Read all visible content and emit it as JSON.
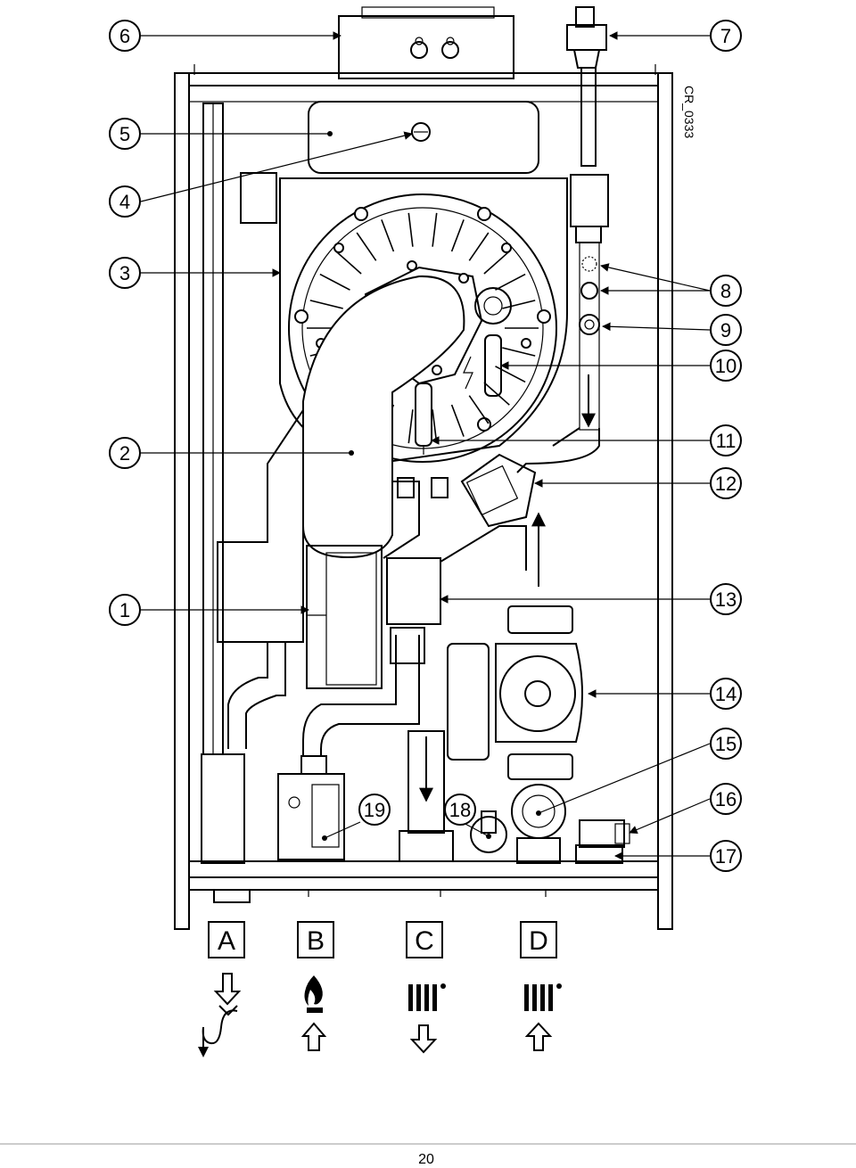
{
  "drawing_code": "CR_0333",
  "page_number": "20",
  "callouts": [
    "1",
    "2",
    "3",
    "4",
    "5",
    "6",
    "7",
    "8",
    "9",
    "10",
    "11",
    "12",
    "13",
    "14",
    "15",
    "16",
    "17",
    "18",
    "19"
  ],
  "connections": [
    "A",
    "B",
    "C",
    "D"
  ],
  "icons": [
    "drain-icon",
    "gas-flame-icon",
    "radiator-icon",
    "radiator-icon"
  ]
}
